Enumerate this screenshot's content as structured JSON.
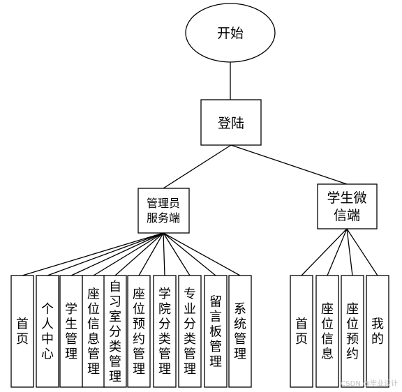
{
  "diagram": {
    "start": "开始",
    "login": "登陆",
    "admin": {
      "line1": "管理员",
      "line2": "服务端"
    },
    "student": {
      "line1": "学生微",
      "line2": "信端"
    },
    "admin_modules": [
      "首页",
      "个人中心",
      "学生管理",
      "座位信息管理",
      "自习室分类管理",
      "座位预约管理",
      "学院分类管理",
      "专业分类管理",
      "留言板管理",
      "系统管理"
    ],
    "student_modules": [
      "首页",
      "座位信息",
      "座位预约",
      "我的"
    ]
  },
  "watermark": "CSDN @毕业设计"
}
